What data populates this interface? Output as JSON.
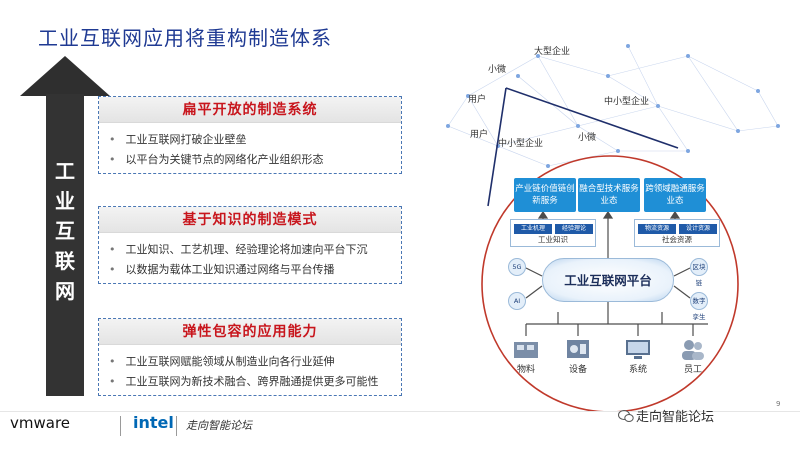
{
  "slide": {
    "title": "工业互联网应用将重构制造体系",
    "arrow_text": [
      "工",
      "业",
      "互",
      "联",
      "网"
    ],
    "sections": [
      {
        "heading": "扁平开放的制造系统",
        "bullets": [
          "工业互联网打破企业壁垒",
          "以平台为关键节点的网络化产业组织形态"
        ]
      },
      {
        "heading": "基于知识的制造模式",
        "bullets": [
          "工业知识、工艺机理、经验理论将加速向平台下沉",
          "以数据为载体工业知识通过网络与平台传播"
        ]
      },
      {
        "heading": "弹性包容的应用能力",
        "bullets": [
          "工业互联网赋能领域从制造业向各行业延伸",
          "工业互联网为新技术融合、跨界融通提供更多可能性"
        ]
      }
    ],
    "page_number": "9"
  },
  "diagram": {
    "network_nodes": [
      "大型企业",
      "小微",
      "用户",
      "中小型企业",
      "用户",
      "中小型企业",
      "小微"
    ],
    "services": [
      "产业链价值链创新服务",
      "融合型技术服务业态",
      "跨领域融通服务业态"
    ],
    "panes": [
      {
        "chips": [
          "工业机理",
          "经验理论"
        ],
        "caption": "工业知识"
      },
      {
        "chips": [
          "物流资源",
          "设计资源"
        ],
        "caption": "社会资源"
      }
    ],
    "platform": "工业互联网平台",
    "tech_left": [
      "5G",
      "AI"
    ],
    "tech_right": [
      "区块链",
      "数字孪生"
    ],
    "resources": [
      "物料",
      "设备",
      "系统",
      "员工"
    ]
  },
  "footer": {
    "vmware": "vmware",
    "intel": "intel",
    "forum": "走向智能论坛",
    "wechat": "走向智能论坛"
  },
  "colors": {
    "title": "#1f3a93",
    "heading": "#c8161d",
    "accent_blue": "#1f8fd6",
    "circle": "#c0392b"
  }
}
